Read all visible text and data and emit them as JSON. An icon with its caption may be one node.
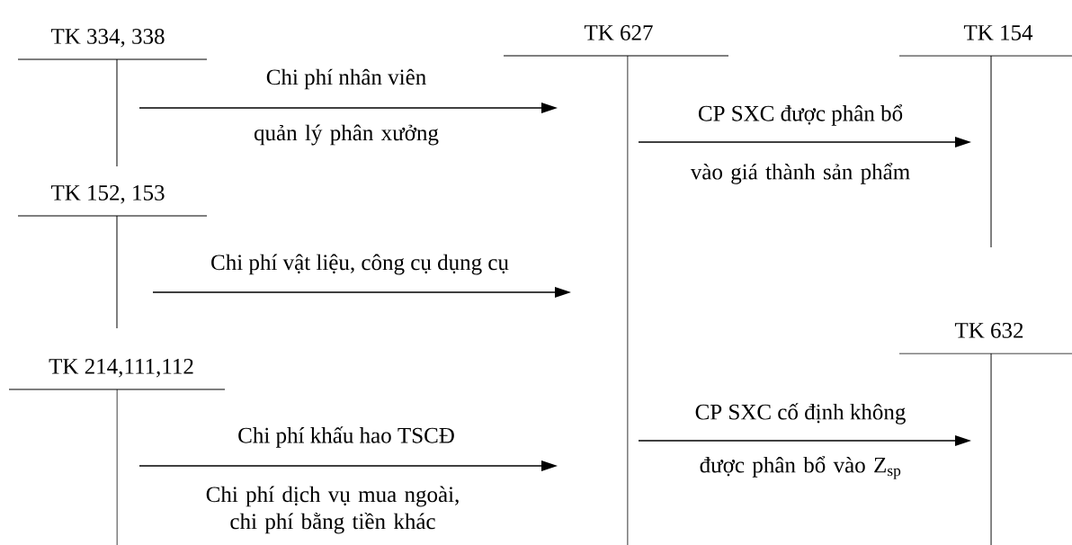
{
  "diagram": {
    "nodes": [
      {
        "text": [
          "TK 334, 338"
        ]
      },
      {
        "text": [
          "TK 627"
        ]
      },
      {
        "text": [
          "TK 154"
        ]
      },
      {
        "text": [
          "TK 152, 153"
        ]
      },
      {
        "text": [
          "TK 632"
        ]
      },
      {
        "text": [
          "TK 214,111,112"
        ]
      }
    ],
    "edges": [
      {
        "from": 0,
        "to": 1,
        "arrow": "to",
        "label": "Chi phí nhân viên"
      },
      {
        "from": 3,
        "to": 1,
        "arrow": "to",
        "label": "Chi phí vật liệu, công cụ dụng cụ"
      },
      {
        "from": 5,
        "to": 1,
        "arrow": "to",
        "label": "Chi phí khấu hao TSCĐ"
      },
      {
        "from": 1,
        "to": 2,
        "arrow": "to",
        "label": "CP SXC được phân bổ"
      },
      {
        "from": 1,
        "to": 4,
        "arrow": "to",
        "label": "CP SXC cố định không"
      }
    ],
    "labels": [
      "quản lý phân xưởng",
      "vào giá thành sản phẩm",
      "được phân bổ vào Z$_{sp}$",
      "Chi phí dịch vụ mua ngoài, chi phí bằng tiền khác"
    ]
  }
}
